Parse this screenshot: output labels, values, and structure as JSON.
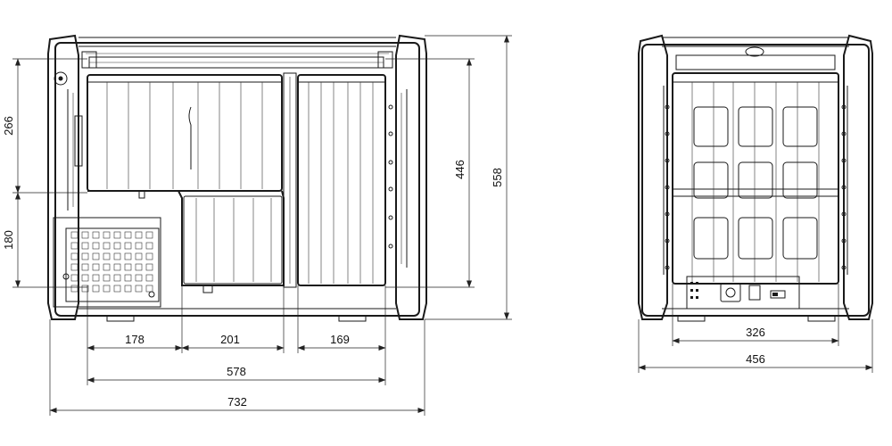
{
  "drawing": {
    "dimensions": {
      "front": {
        "compartment_1_width": "178",
        "compartment_2_width": "201",
        "compartment_3_width": "169",
        "interior_width": "578",
        "overall_width": "732",
        "upper_height": "266",
        "lower_height": "180",
        "interior_height": "446",
        "overall_height": "558"
      },
      "side": {
        "interior_depth": "326",
        "overall_depth": "456"
      }
    }
  }
}
